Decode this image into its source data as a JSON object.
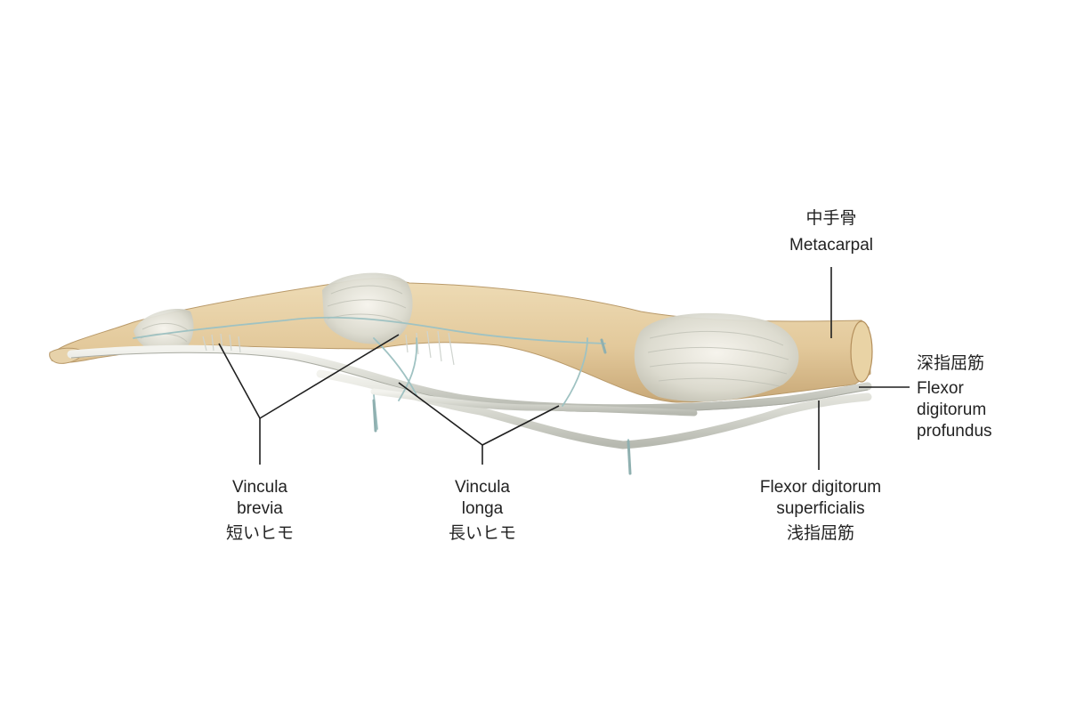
{
  "labels": {
    "metacarpal": {
      "ja": "中手骨",
      "en": "Metacarpal"
    },
    "fdp": {
      "ja": "深指屈筋",
      "en_line1": "Flexor",
      "en_line2": "digitorum",
      "en_line3": "profundus"
    },
    "fds": {
      "en_line1": "Flexor digitorum",
      "en_line2": "superficialis",
      "ja": "浅指屈筋"
    },
    "vincula_brevia": {
      "en_line1": "Vincula",
      "en_line2": "brevia",
      "ja": "短いヒモ"
    },
    "vincula_longa": {
      "en_line1": "Vincula",
      "en_line2": "longa",
      "ja": "長いヒモ"
    }
  },
  "colors": {
    "bone": "#e6cfa4",
    "bone_shadow": "#c9ab7b",
    "tendon": "#d6d7cf",
    "vessel": "#9fc2c2",
    "leader": "#1f1f1f"
  }
}
